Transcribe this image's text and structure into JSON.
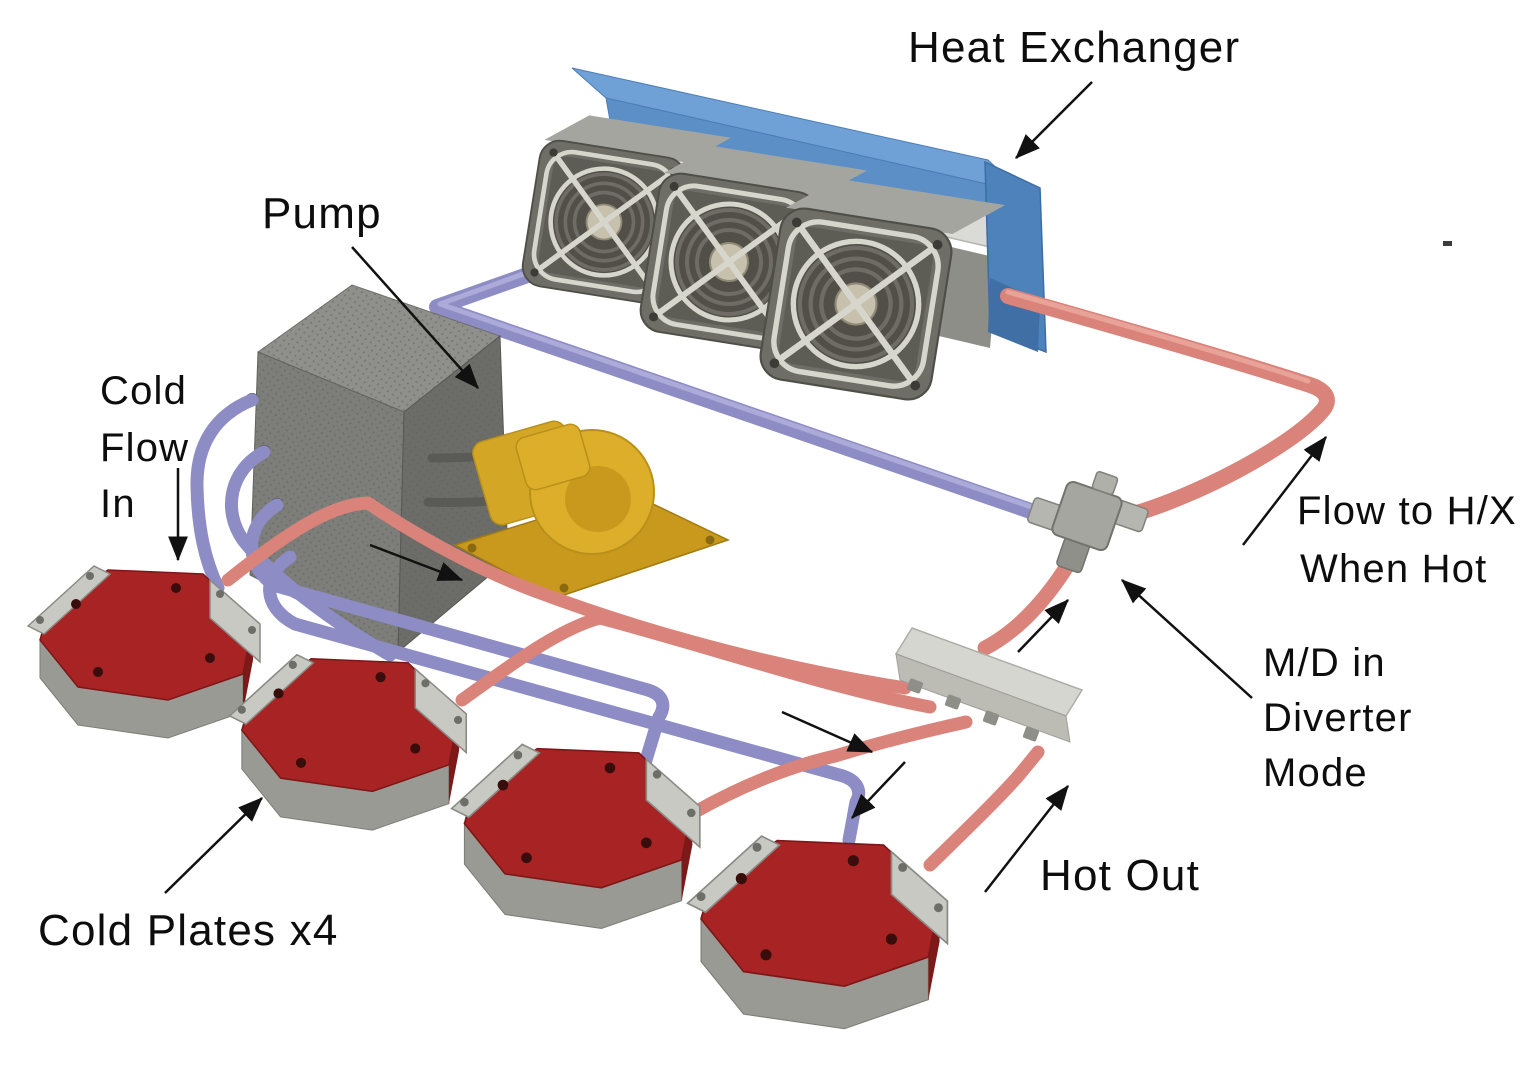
{
  "page": {
    "title": "Liquid cooling loop diagram"
  },
  "labels": {
    "heat_exchanger": "Heat Exchanger",
    "pump": "Pump",
    "cold_flow_in": [
      "Cold",
      "Flow",
      "In"
    ],
    "flow_to_hx": [
      "Flow to H/X",
      "When Hot"
    ],
    "diverter_mode": [
      "M/D in",
      "Diverter",
      "Mode"
    ],
    "hot_out": "Hot Out",
    "cold_plates": "Cold Plates x4"
  },
  "colors": {
    "cold_line": "#8d8cc4",
    "cold_line_highlight": "#b0afdc",
    "hot_line": "#d9837a",
    "hot_line_highlight": "#eba89e",
    "hx_blue": "#5d8fc7",
    "hx_blue_light": "#6fa0d6",
    "hx_blue_dark": "#4d82bb",
    "radiator_grey": "#dadad6",
    "fan_face_grey": "#6e6e66",
    "metal_grey": "#c6c6c0",
    "plate_red": "#a82424",
    "pump_yellow": "#d9ab28",
    "label_text": "#0d0d0d"
  },
  "counts": {
    "cold_plates": 4,
    "fans": 3,
    "manifold_ports": 4
  }
}
